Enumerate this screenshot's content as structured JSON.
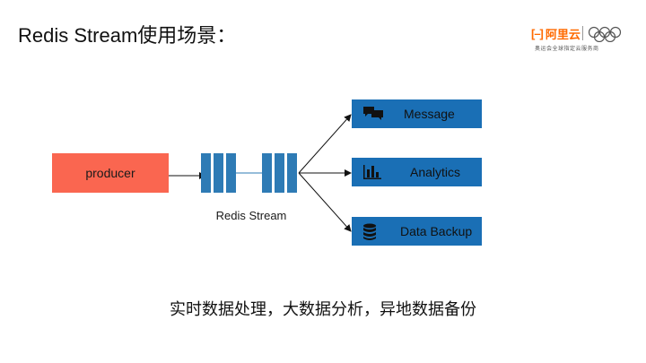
{
  "slide": {
    "title": "Redis Stream使用场景："
  },
  "logo": {
    "brand_text": "阿里云",
    "tagline": "奥运会全球指定云服务商",
    "brand_color": "#ff6a00"
  },
  "diagram": {
    "producer_label": "producer",
    "producer_color": "#fa6650",
    "stream_label": "Redis Stream",
    "stream_color": "#2e7bb5",
    "targets": [
      {
        "label": "Message",
        "icon": "chat-bubbles-icon"
      },
      {
        "label": "Analytics",
        "icon": "bar-chart-icon"
      },
      {
        "label": "Data Backup",
        "icon": "database-icon"
      }
    ],
    "target_color": "#1a6fb5"
  },
  "caption": "实时数据处理，大数据分析，异地数据备份"
}
